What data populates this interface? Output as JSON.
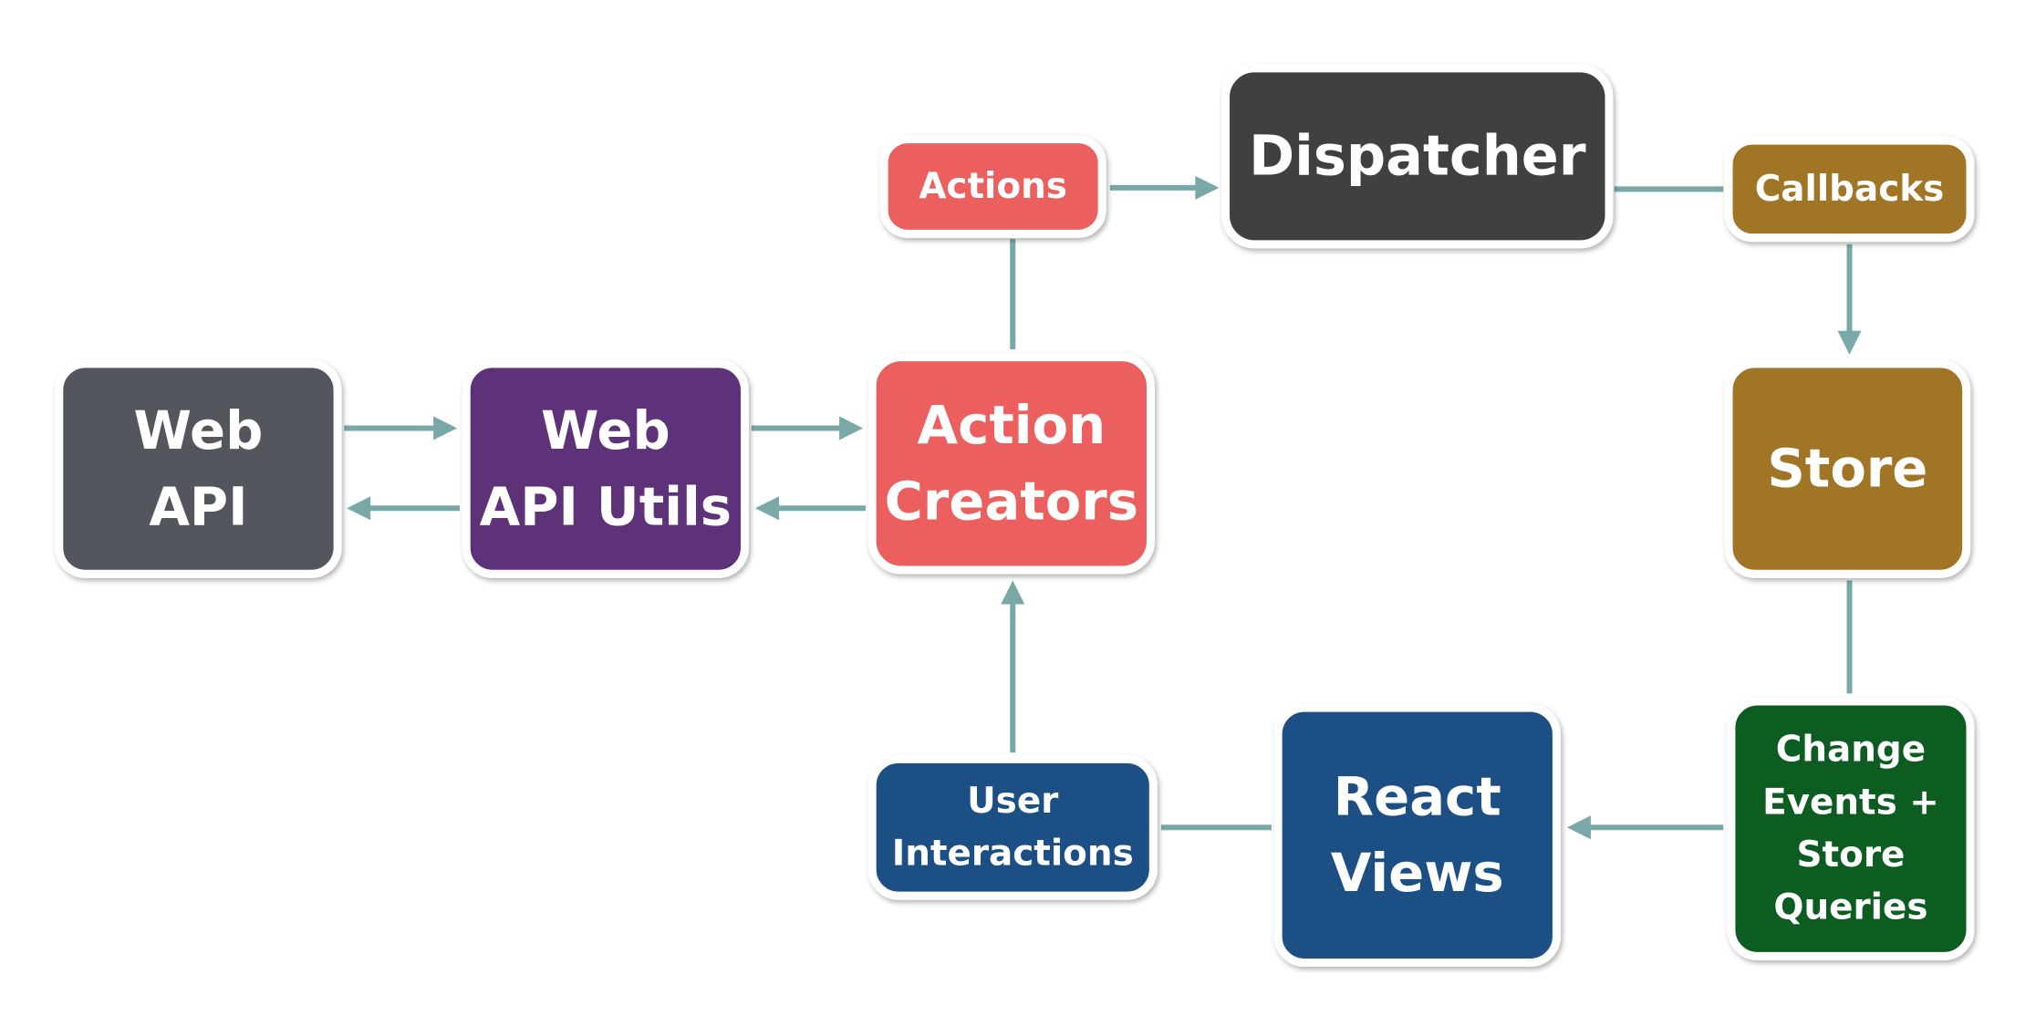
{
  "colors": {
    "connector": "#79A8A8",
    "node_border": "#ffffff"
  },
  "nodes": [
    {
      "id": "web-api",
      "lines": [
        "Web",
        "API"
      ],
      "color": "#52575D"
    },
    {
      "id": "web-api-utils",
      "lines": [
        "Web",
        "API Utils"
      ],
      "color": "#5D3379"
    },
    {
      "id": "action-creators",
      "lines": [
        "Action",
        "Creators"
      ],
      "color": "#EB5E5E"
    },
    {
      "id": "actions",
      "lines": [
        "Actions"
      ],
      "color": "#EB5E5E"
    },
    {
      "id": "dispatcher",
      "lines": [
        "Dispatcher"
      ],
      "color": "#414042"
    },
    {
      "id": "callbacks",
      "lines": [
        "Callbacks"
      ],
      "color": "#A07427"
    },
    {
      "id": "store",
      "lines": [
        "Store"
      ],
      "color": "#A07427"
    },
    {
      "id": "change-events",
      "lines": [
        "Change",
        "Events +",
        "Store",
        "Queries"
      ],
      "color": "#115B20"
    },
    {
      "id": "react-views",
      "lines": [
        "React",
        "Views"
      ],
      "color": "#1B5084"
    },
    {
      "id": "user-interactions",
      "lines": [
        "User",
        "Interactions"
      ],
      "color": "#1B5084"
    }
  ],
  "edges": [
    {
      "from": "web-api",
      "to": "web-api-utils",
      "arrow": true
    },
    {
      "from": "web-api-utils",
      "to": "web-api",
      "arrow": true
    },
    {
      "from": "web-api-utils",
      "to": "action-creators",
      "arrow": true
    },
    {
      "from": "action-creators",
      "to": "web-api-utils",
      "arrow": true
    },
    {
      "from": "action-creators",
      "to": "actions",
      "arrow": false
    },
    {
      "from": "actions",
      "to": "dispatcher",
      "arrow": true
    },
    {
      "from": "dispatcher",
      "to": "callbacks",
      "arrow": false
    },
    {
      "from": "callbacks",
      "to": "store",
      "arrow": true
    },
    {
      "from": "store",
      "to": "change-events",
      "arrow": false
    },
    {
      "from": "change-events",
      "to": "react-views",
      "arrow": true
    },
    {
      "from": "react-views",
      "to": "user-interactions",
      "arrow": false
    },
    {
      "from": "user-interactions",
      "to": "action-creators",
      "arrow": true
    }
  ]
}
